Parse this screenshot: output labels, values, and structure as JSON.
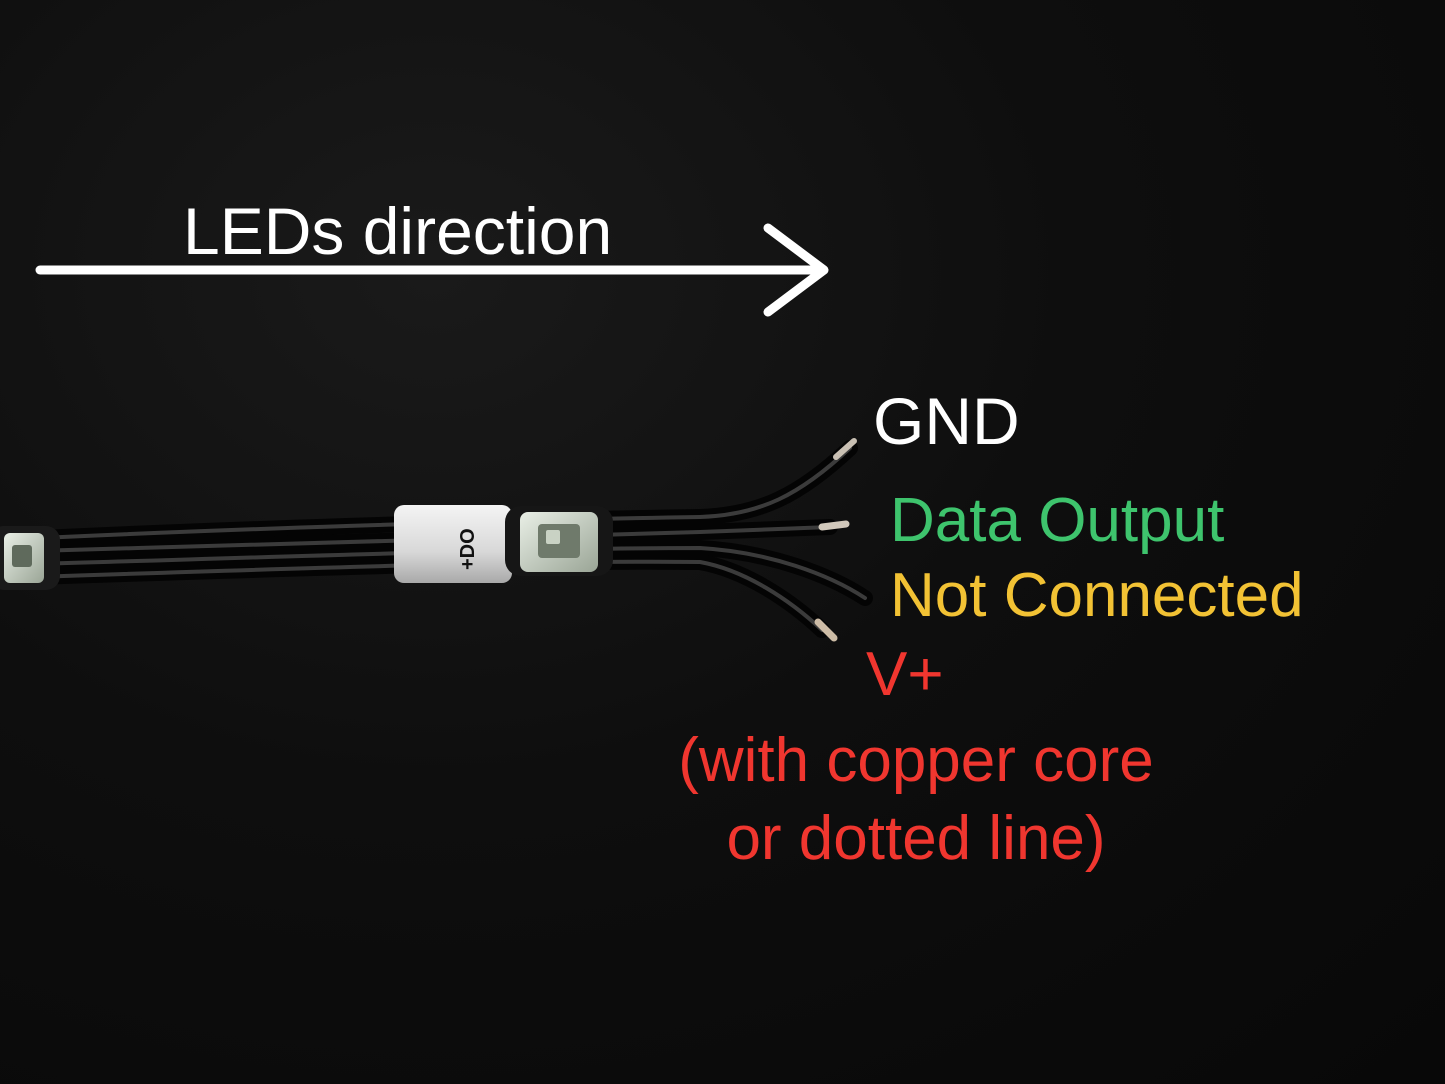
{
  "labels": {
    "direction": "LEDs direction",
    "gnd": "GND",
    "data_output": "Data Output",
    "not_connected": "Not Connected",
    "vplus": "V+",
    "note_line1": "(with copper core",
    "note_line2": "or dotted line)",
    "tape_marking": "+DO"
  },
  "colors": {
    "background": "#0b0b0b",
    "direction": "#ffffff",
    "gnd": "#ffffff",
    "data_output": "#3ec46d",
    "not_connected": "#f2c234",
    "vplus": "#f0362f",
    "note": "#f0362f"
  },
  "icons": {
    "arrow": "right-arrow-icon"
  }
}
